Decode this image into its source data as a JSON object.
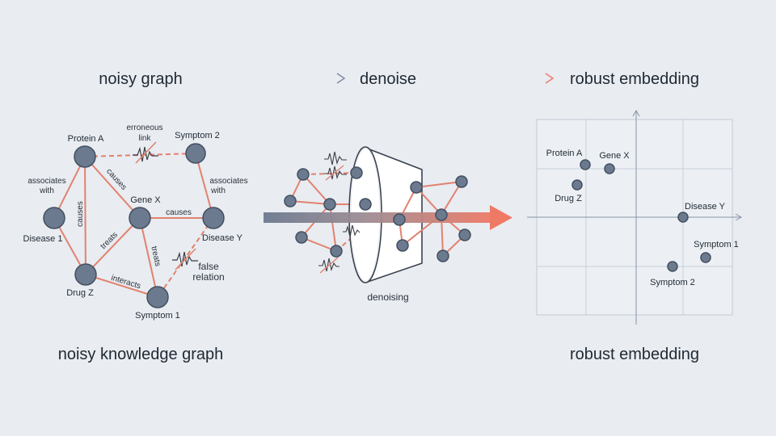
{
  "pipeline": {
    "step1": "noisy graph",
    "step2": "denoise",
    "step3": "robust embedding"
  },
  "graph": {
    "nodes": {
      "protein_a": "Protein A",
      "symptom_2": "Symptom 2",
      "gene_x": "Gene X",
      "disease_1": "Disease 1",
      "disease_y": "Disease Y",
      "drug_z": "Drug Z",
      "symptom_1": "Symptom 1"
    },
    "edges": {
      "associates_with_left_1": "associates",
      "associates_with_left_2": "with",
      "associates_with_right_1": "associates",
      "associates_with_right_2": "with",
      "causes_1": "causes",
      "causes_2": "causes",
      "causes_3": "causes",
      "treats_1": "treats",
      "treats_2": "treats",
      "interacts": "interacts"
    },
    "annotations": {
      "erroneous_1": "erroneous",
      "erroneous_2": "link",
      "false_1": "false",
      "false_2": "relation"
    },
    "caption": "noisy knowledge graph"
  },
  "filter": {
    "label": "denoising"
  },
  "embedding": {
    "points": {
      "protein_a": "Protein A",
      "gene_x": "Gene X",
      "drug_z": "Drug Z",
      "disease_y": "Disease Y",
      "symptom_1": "Symptom 1",
      "symptom_2": "Symptom 2"
    },
    "caption": "robust embedding"
  },
  "colors": {
    "background": "#e9ecf1",
    "node": "#6b7a8f",
    "edge": "#e2826f",
    "text": "#1f2933"
  }
}
